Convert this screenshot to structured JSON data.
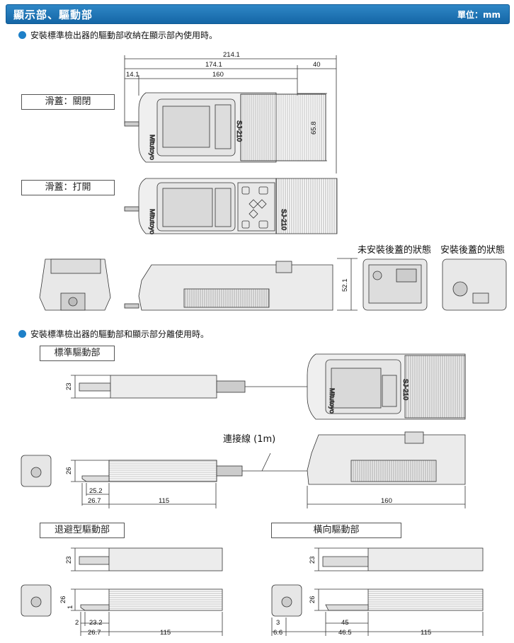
{
  "header": {
    "title": "顯示部、驅動部",
    "unit": "單位：mm"
  },
  "section1": {
    "title": "安裝標準檢出器的驅動部收納在顯示部內使用時。",
    "slide_closed": "滑蓋：關閉",
    "slide_open": "滑蓋：打開",
    "no_cover_label": "未安裝後蓋的狀態",
    "with_cover_label": "安裝後蓋的狀態"
  },
  "section2": {
    "title": "安裝標準檢出器的驅動部和顯示部分離使用時。",
    "standard_drive": "標準驅動部",
    "cable_label": "連接線 (1m)",
    "retract_drive": "退避型驅動部",
    "lateral_drive": "橫向驅動部"
  },
  "brand": "Mitutoyo",
  "model": "SJ-210",
  "dims": {
    "d214": "214.1",
    "d174": "174.1",
    "d40": "40",
    "d14": "14.1",
    "d160": "160",
    "d65": "65.8",
    "d52": "52.1",
    "s23": "23",
    "s26": "26",
    "s25": "25.2",
    "s267": "26.7",
    "s115": "115",
    "s160": "160",
    "r23": "23",
    "r26": "26",
    "r1": "1",
    "r2": "2",
    "r232": "23.2",
    "r267": "26.7",
    "r115": "115",
    "l23": "23",
    "l26": "26",
    "l3": "3",
    "l66": "6.6",
    "l45": "45",
    "l465": "46.5",
    "l115": "115"
  }
}
